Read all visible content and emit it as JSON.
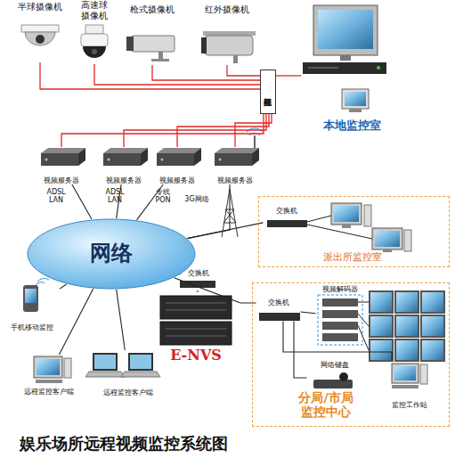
{
  "diagram": {
    "title": "娱乐场所远程视频监控系统图",
    "nodes": [
      {
        "text": [
          "半球摄像机"
        ]
      },
      {
        "text": [
          "高速球 摄像机"
        ]
      },
      {
        "text": [
          "枪式摄像机"
        ]
      },
      {
        "text": [
          "红外摄像机"
        ]
      },
      {
        "text": [
          "视频分配器"
        ]
      },
      {
        "text": [
          "本地监控室"
        ]
      },
      {
        "text": [
          "视频服务器"
        ]
      },
      {
        "text": [
          "视频服务器"
        ]
      },
      {
        "text": [
          "视频服务器"
        ]
      },
      {
        "text": [
          "视频服务器"
        ]
      },
      {
        "text": [
          "网络"
        ]
      },
      {
        "text": [
          "派出所监控室"
        ]
      },
      {
        "text": [
          "交换机"
        ],
        "in": 11
      },
      {
        "text": [
          "交换机"
        ]
      },
      {
        "text": [
          "E-NVS"
        ]
      },
      {
        "text": [
          "手机移动监控"
        ]
      },
      {
        "text": [
          "远程监控客户端"
        ]
      },
      {
        "text": [
          "远程监控客户端"
        ]
      },
      {
        "text": [
          "分局/市局 监控中心"
        ]
      },
      {
        "text": [
          "交换机"
        ],
        "in": 18
      },
      {
        "text": [
          "视频解码器"
        ],
        "in": 18
      },
      {
        "text": [
          "网络键盘"
        ],
        "in": 18
      },
      {
        "text": [
          "监控工作站"
        ],
        "in": 18
      }
    ],
    "edges": [
      {
        "from": 0,
        "to": 4,
        "arrow": "none"
      },
      {
        "from": 1,
        "to": 4,
        "arrow": "none"
      },
      {
        "from": 2,
        "to": 4,
        "arrow": "none"
      },
      {
        "from": 3,
        "to": 4,
        "arrow": "none"
      },
      {
        "from": 4,
        "to": 5,
        "arrow": "none"
      },
      {
        "from": 4,
        "to": 6,
        "arrow": "none"
      },
      {
        "from": 4,
        "to": 7,
        "arrow": "none"
      },
      {
        "from": 4,
        "to": 8,
        "arrow": "none"
      },
      {
        "from": 4,
        "to": 9,
        "arrow": "none"
      },
      {
        "from": 6,
        "to": 10,
        "label": "ADSL LAN",
        "arrow": "none"
      },
      {
        "from": 7,
        "to": 10,
        "label": "ADSL LAN",
        "arrow": "none"
      },
      {
        "from": 8,
        "to": 10,
        "label": "专线 PON",
        "arrow": "none"
      },
      {
        "from": 9,
        "to": 10,
        "label": "3G网络",
        "arrow": "none"
      },
      {
        "from": 10,
        "to": 12,
        "arrow": "none"
      },
      {
        "from": 10,
        "to": 13,
        "arrow": "none"
      },
      {
        "from": 10,
        "to": 19,
        "arrow": "none"
      },
      {
        "from": 10,
        "to": 15,
        "arrow": "none"
      },
      {
        "from": 10,
        "to": 16,
        "arrow": "none"
      },
      {
        "from": 10,
        "to": 17,
        "arrow": "none"
      },
      {
        "from": 13,
        "to": 14,
        "arrow": "none"
      },
      {
        "from": 19,
        "to": 20,
        "arrow": "none"
      },
      {
        "from": 19,
        "to": 21,
        "arrow": "none"
      },
      {
        "from": 19,
        "to": 22,
        "arrow": "none"
      }
    ]
  }
}
